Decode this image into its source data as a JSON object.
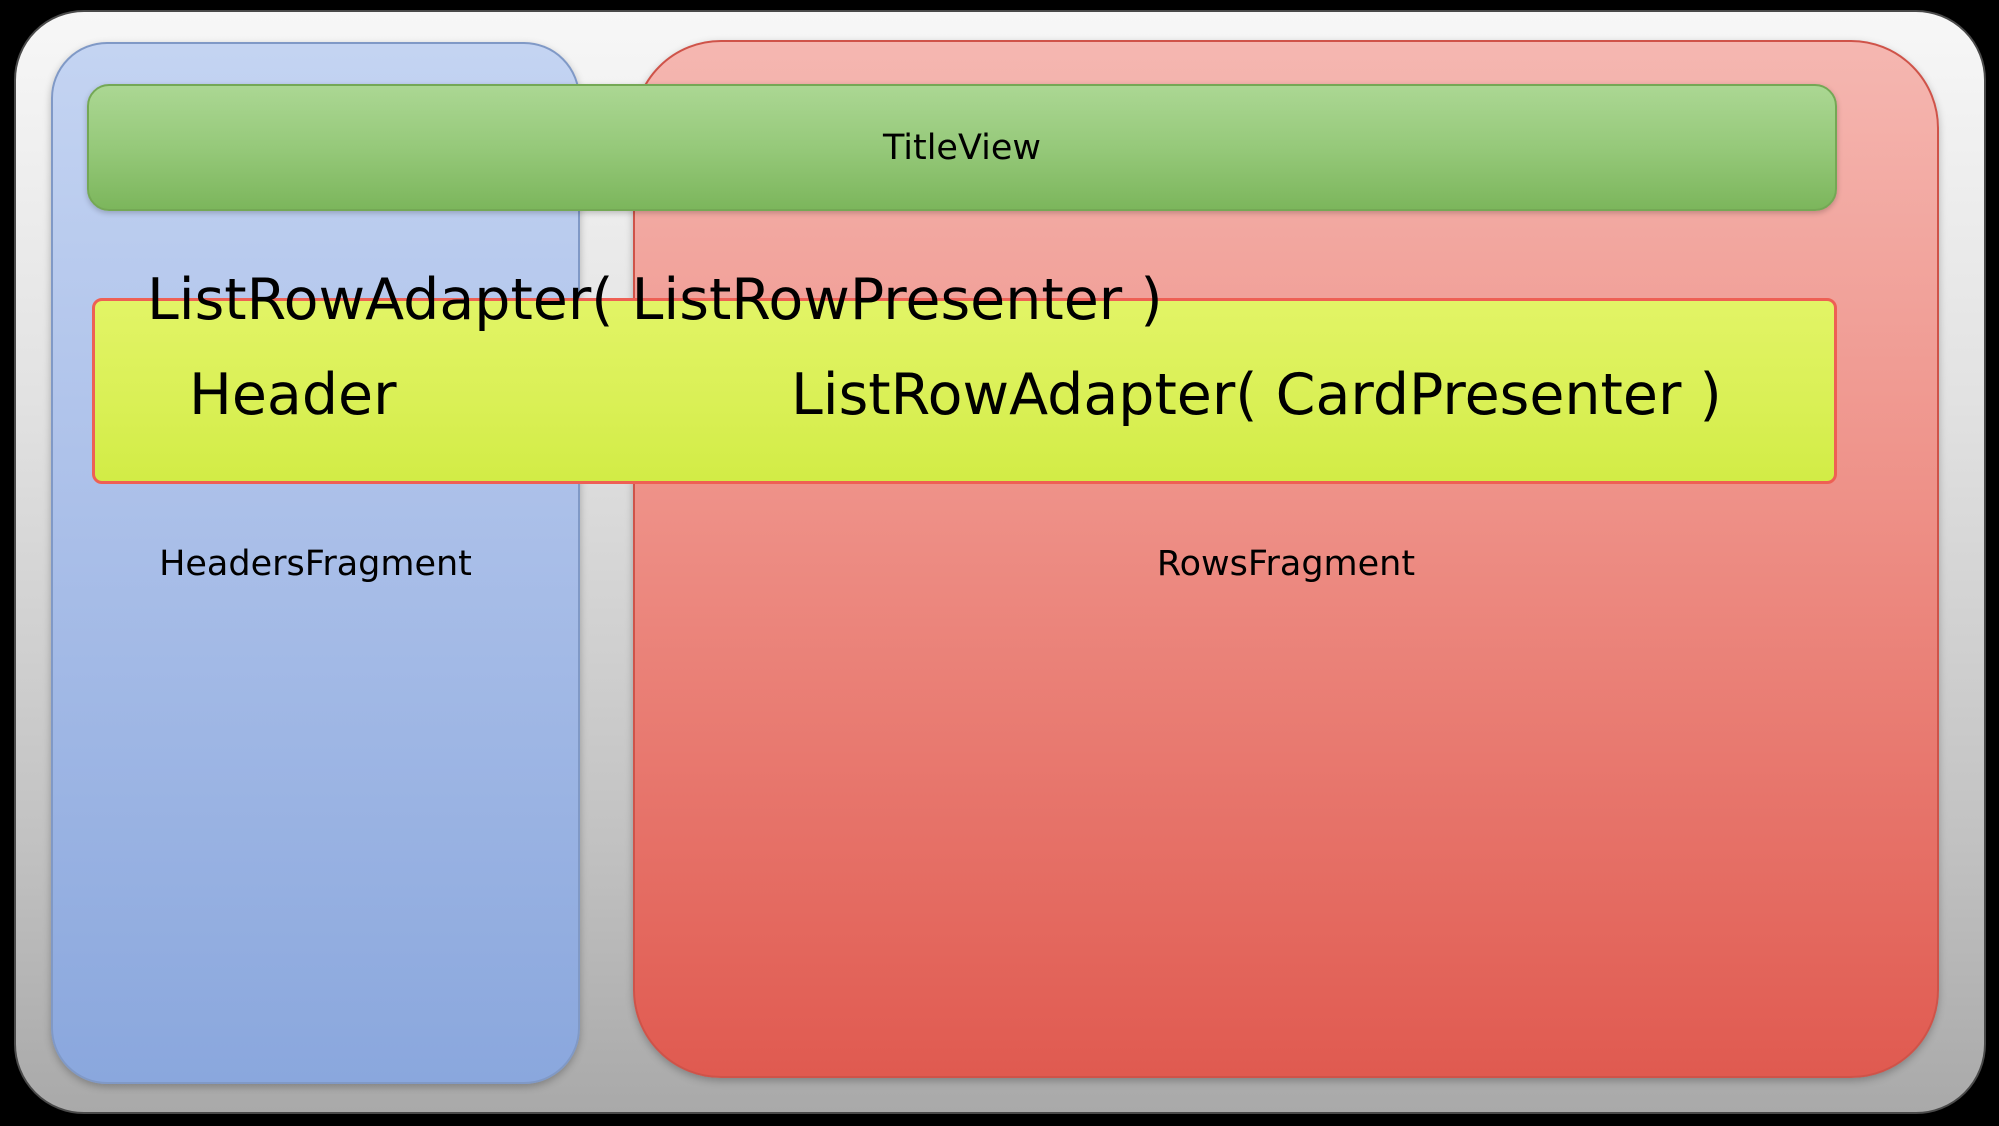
{
  "labels": {
    "title_view": "TitleView",
    "list_row_presenter": "ListRowAdapter( ListRowPresenter )",
    "header": "Header",
    "card_presenter": "ListRowAdapter( CardPresenter )",
    "headers_fragment": "HeadersFragment",
    "rows_fragment": "RowsFragment"
  },
  "colors": {
    "page_background": "#000000",
    "canvas_gray_top": "#f7f7f7",
    "canvas_gray_bottom": "#a9a9a9",
    "headers_panel_blue_top": "#c4d4f2",
    "headers_panel_blue_bottom": "#8aa7dd",
    "rows_panel_red_top": "#f5b7b1",
    "rows_panel_red_bottom": "#e05a50",
    "title_bar_green_top": "#abd793",
    "title_bar_green_bottom": "#7cb65c",
    "list_row_bar_yellow": "#daf056",
    "list_row_bar_border": "#ee6054",
    "text": "#000000"
  }
}
